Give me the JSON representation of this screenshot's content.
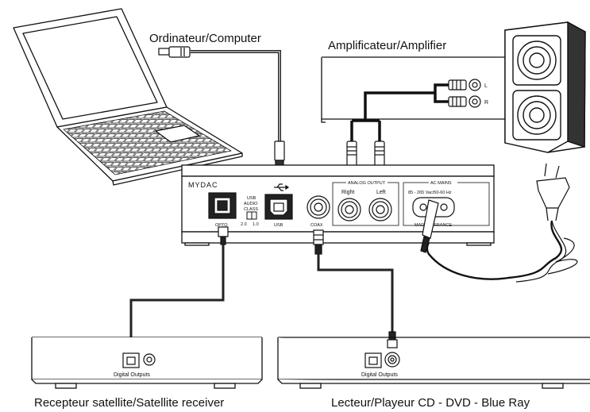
{
  "labels": {
    "computer": "Ordinateur/Computer",
    "amplifier": "Amplificateur/Amplifier",
    "satellite": "Recepteur satellite/Satellite receiver",
    "player": "Lecteur/Playeur CD - DVD - Blue Ray"
  },
  "device": {
    "brand": "MYDAC",
    "usb_class": [
      "USB",
      "AUDIO",
      "CLASS"
    ],
    "usb_class_values": [
      "2.0",
      "1.0"
    ],
    "opto": "OPTO",
    "usb": "USB",
    "coax": "COAX",
    "analog_output": "ANALOG OUTPUT",
    "right": "Right",
    "left": "Left",
    "ac_mains": "AC MAINS",
    "voltage": "85 - 265 Vac/50-60 Hz",
    "made_in": "MADE IN FRANCE"
  },
  "amp": {
    "l": "L",
    "r": "R"
  },
  "digital_outputs": "Digital Outputs",
  "digital_outputs_2": "Digital Outputs"
}
